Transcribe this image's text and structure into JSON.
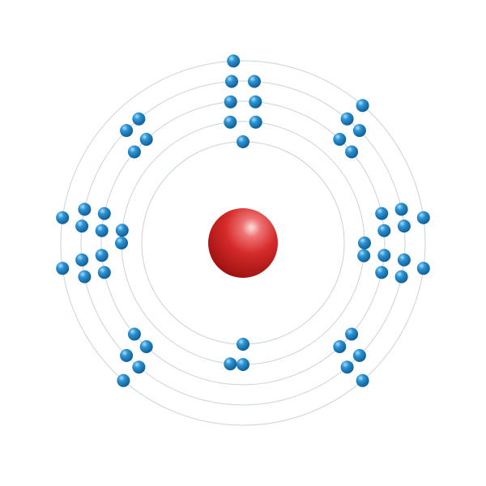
{
  "diagram": {
    "type": "bohr-atom-model",
    "shells": [
      {
        "shell": 1,
        "electrons": 2
      },
      {
        "shell": 2,
        "electrons": 8
      },
      {
        "shell": 3,
        "electrons": 18
      },
      {
        "shell": 4,
        "electrons": 18
      },
      {
        "shell": 5,
        "electrons": 8
      }
    ],
    "total_electrons": 54,
    "colors": {
      "orbit": "#c8d4d6",
      "electron": "#1f7fc0",
      "electron_highlight": "#8fd0f5",
      "nucleus": "#c81e1e",
      "nucleus_highlight": "#ffb3b3"
    }
  }
}
